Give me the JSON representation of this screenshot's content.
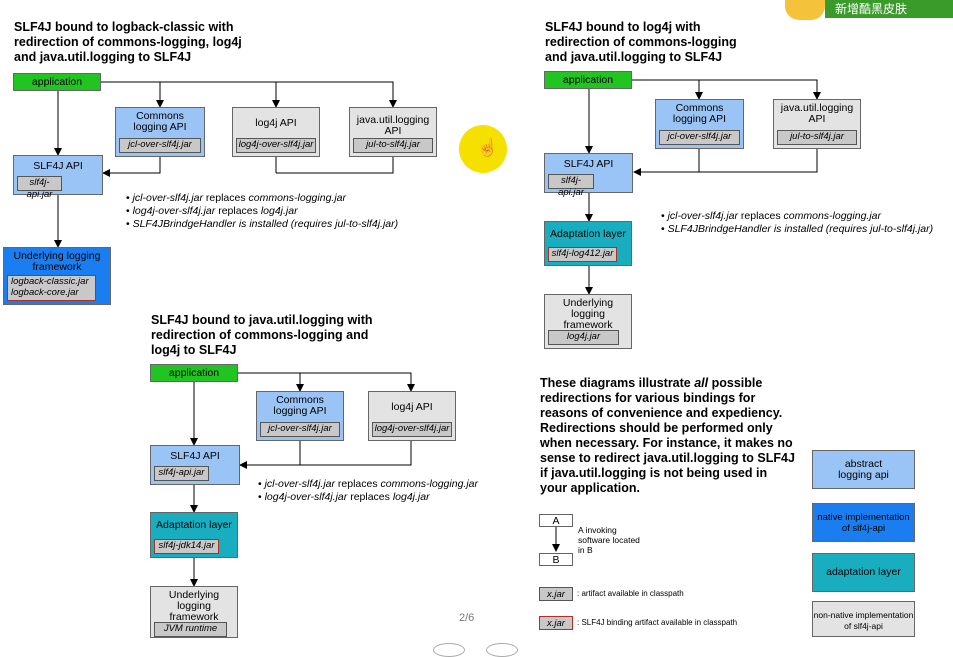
{
  "overlay": {
    "banner_text": "新增酷黑皮肤"
  },
  "page_indicator": "2/6",
  "diagrams": {
    "logback": {
      "title": "SLF4J bound to logback-classic with\nredirection of commons-logging, log4j\nand java.util.logging to SLF4J",
      "application": "application",
      "commons": {
        "label": "Commons\nlogging API",
        "jar": "jcl-over-slf4j.jar"
      },
      "log4j": {
        "label": "log4j API",
        "jar": "log4j-over-slf4j.jar"
      },
      "jul": {
        "label": "java.util.logging\nAPI",
        "jar": "jul-to-slf4j.jar"
      },
      "slf4j": {
        "label": "SLF4J API",
        "jar": "slf4j-api.jar"
      },
      "underlying": {
        "label": "Underlying logging\nframework",
        "jar1": "logback-classic.jar",
        "jar2": "logback-core.jar"
      },
      "bullets": [
        {
          "jar": "jcl-over-slf4j.jar",
          "mid": " replaces ",
          "target": "commons-logging.jar",
          "tail": ""
        },
        {
          "jar": "log4j-over-slf4j.jar",
          "mid": " replaces ",
          "target": "log4j.jar",
          "tail": ""
        },
        {
          "jar": "",
          "mid": "",
          "target": "SLF4JBrindgeHandler is installed (requires jul-to-slf4j.jar)",
          "tail": ""
        }
      ]
    },
    "log4j": {
      "title": "SLF4J bound to log4j with\nredirection of commons-logging\nand java.util.logging to SLF4J",
      "application": "application",
      "commons": {
        "label": "Commons\nlogging API",
        "jar": "jcl-over-slf4j.jar"
      },
      "jul": {
        "label": "java.util.logging\nAPI",
        "jar": "jul-to-slf4j.jar"
      },
      "slf4j": {
        "label": "SLF4J API",
        "jar": "slf4j-api.jar"
      },
      "adaptation": {
        "label": "Adaptation layer",
        "jar": "slf4j-log412.jar"
      },
      "underlying": {
        "label": "Underlying\nlogging\nframework",
        "jar": "log4j.jar"
      },
      "bullets": [
        {
          "jar": "jcl-over-slf4j.jar",
          "mid": " replaces ",
          "target": "commons-logging.jar"
        },
        {
          "jar": "",
          "mid": "",
          "target": "SLF4JBrindgeHandler is installed (requires jul-to-slf4j.jar)"
        }
      ]
    },
    "jul": {
      "title": "SLF4J bound to java.util.logging with\nredirection of commons-logging and\nlog4j to SLF4J",
      "application": "application",
      "commons": {
        "label": "Commons\nlogging API",
        "jar": "jcl-over-slf4j.jar"
      },
      "log4j": {
        "label": "log4j API",
        "jar": "log4j-over-slf4j.jar"
      },
      "slf4j": {
        "label": "SLF4J API",
        "jar": "slf4j-api.jar"
      },
      "adaptation": {
        "label": "Adaptation layer",
        "jar": "slf4j-jdk14.jar"
      },
      "underlying": {
        "label": "Underlying\nlogging\nframework",
        "jar": "JVM runtime"
      },
      "bullets": [
        {
          "jar": "jcl-over-slf4j.jar",
          "mid": " replaces ",
          "target": "commons-logging.jar"
        },
        {
          "jar": "log4j-over-slf4j.jar",
          "mid": " replaces ",
          "target": "log4j.jar"
        }
      ]
    }
  },
  "explanation": {
    "p1": "These diagrams illustrate ",
    "em": "all",
    "p2": " possible redirections for various bindings for reasons of convenience and expediency. Redirections should be performed only when necessary. For instance, it makes no sense to redirect java.util.logging to SLF4J if java.util.logging is not being used in your application."
  },
  "legend": {
    "a": "A",
    "b": "B",
    "invoke_text": "A invoking\nsoftware located\nin B",
    "jar_sample": "x.jar",
    "artifact_text": ": artifact available in classpath",
    "binding_text": ": SLF4J binding artifact available in classpath",
    "abstract": "abstract\nlogging api",
    "native": "native implementation\nof slf4j-api",
    "adaptation": "adaptation layer",
    "nonnative": "non-native implementation\nof slf4j-api"
  },
  "colors": {
    "application": "#22c422",
    "abstract_api": "#99c4f5",
    "adaptation": "#18aec0",
    "native": "#1a7ef0",
    "non_native": "#e3e3e3",
    "binding_border": "#b03020"
  }
}
